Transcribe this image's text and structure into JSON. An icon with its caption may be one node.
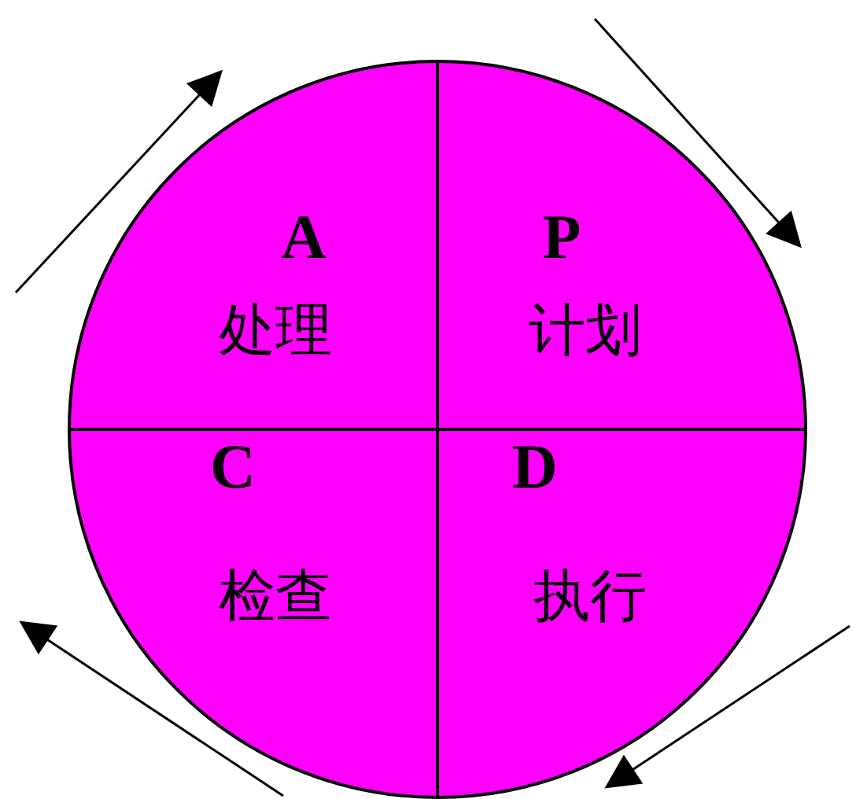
{
  "diagram": {
    "nodes": [
      {
        "text": [],
        "shape": "circle"
      },
      {
        "text": [
          "A",
          "处理"
        ],
        "in": 0
      },
      {
        "text": [
          "P",
          "计划"
        ],
        "in": 0
      },
      {
        "text": [
          "C",
          "检查"
        ],
        "in": 0
      },
      {
        "text": [
          "D",
          "执行"
        ],
        "in": 0
      }
    ]
  }
}
